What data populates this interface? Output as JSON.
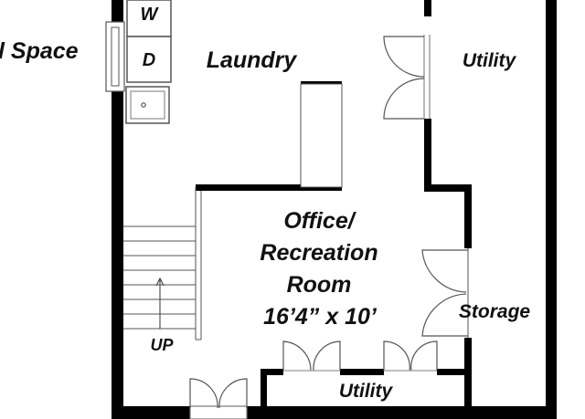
{
  "floorplan": {
    "rooms": {
      "crawl_space": "l Space",
      "laundry": "Laundry",
      "utility_top": "Utility",
      "office_line1": "Office/",
      "office_line2": "Recreation",
      "office_line3": "Room",
      "office_dims": "16’4” x 10’",
      "storage": "Storage",
      "utility_bottom": "Utility"
    },
    "appliances": {
      "washer": "W",
      "dryer": "D"
    },
    "stairs": {
      "direction": "UP"
    },
    "colors": {
      "wall": "#000000",
      "line": "#555555",
      "background": "#ffffff"
    }
  }
}
